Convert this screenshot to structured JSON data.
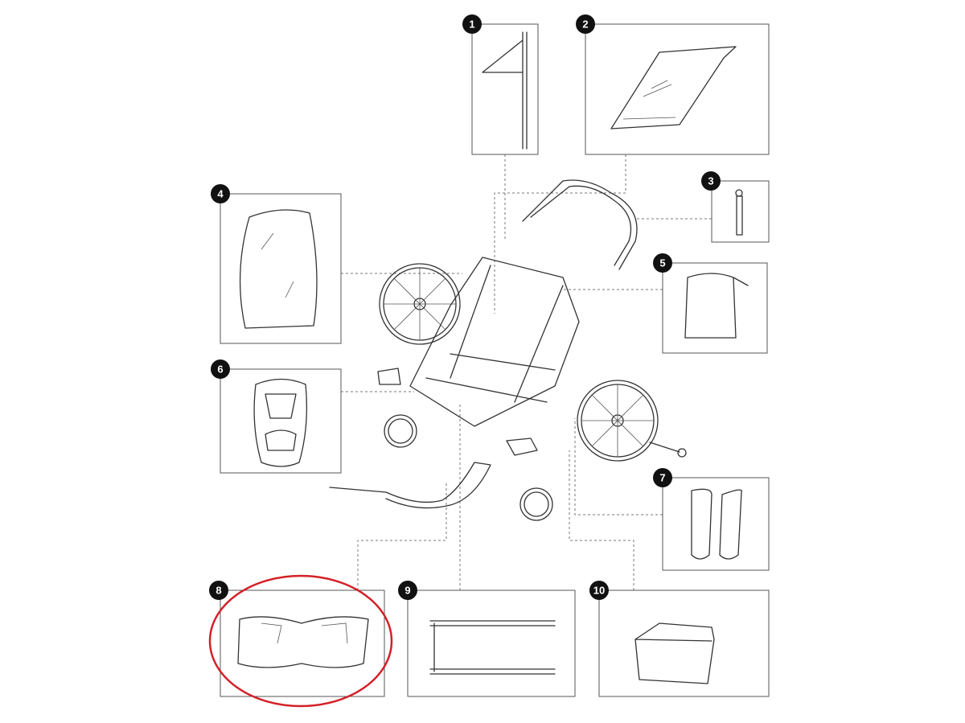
{
  "diagram": {
    "type": "exploded-parts-diagram",
    "highlight_color": "#d32027",
    "highlighted_part": "8",
    "parts": [
      {
        "number": "1"
      },
      {
        "number": "2"
      },
      {
        "number": "3"
      },
      {
        "number": "4"
      },
      {
        "number": "5"
      },
      {
        "number": "6"
      },
      {
        "number": "7"
      },
      {
        "number": "8"
      },
      {
        "number": "9"
      },
      {
        "number": "10"
      }
    ]
  }
}
